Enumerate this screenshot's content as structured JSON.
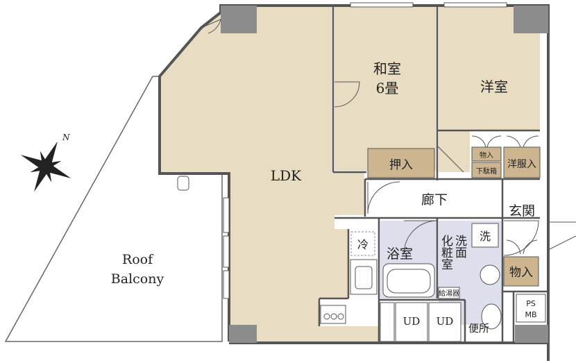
{
  "rooms": {
    "ldk": "LDK",
    "washitsu_line1": "和室",
    "washitsu_line2": "6畳",
    "youshitsu": "洋室",
    "oshiire": "押入",
    "monoire_small": "物入",
    "getabako": "下駄箱",
    "youfukuire": "洋服入",
    "rouka": "廊下",
    "genkan": "玄関",
    "monoire": "物入",
    "yokushitsu": "浴室",
    "senmen_keshoushitsu_a": "洗面",
    "senmen_keshoushitsu_b": "化粧室",
    "benjo": "便所",
    "roof_balcony_line1": "Roof",
    "roof_balcony_line2": "Balcony"
  },
  "fixtures": {
    "refrigerator": "冷",
    "washer": "洗",
    "water_heater": "給湯器",
    "ud1": "UD",
    "ud2": "UD",
    "ps": "PS",
    "mb": "MB"
  },
  "compass": {
    "north": "N"
  },
  "colors": {
    "room_fill": "#e8ddc2",
    "storage_fill": "#cdb68f",
    "wet_fill": "#dde0ec",
    "wall": "#555555",
    "pillar": "#8c8c8c"
  }
}
